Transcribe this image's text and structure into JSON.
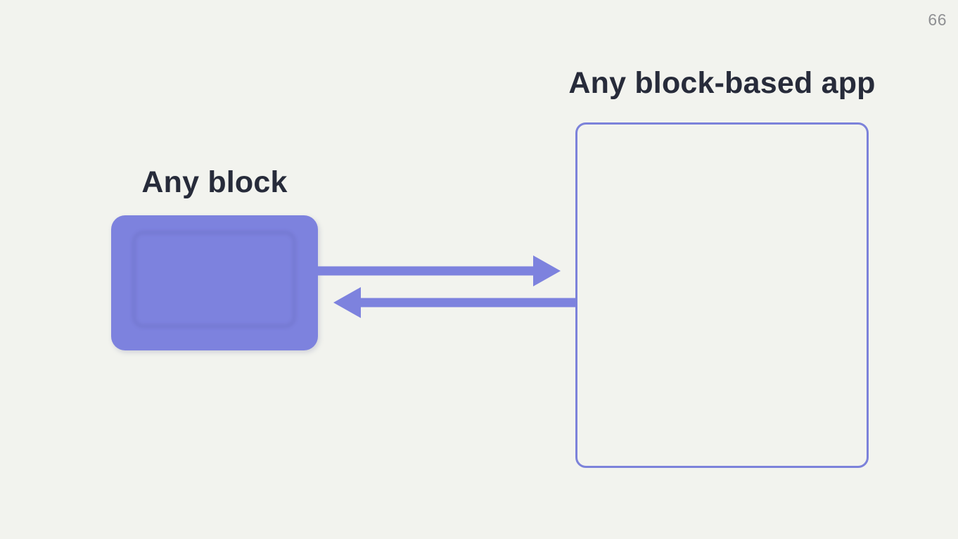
{
  "page": {
    "number": "66",
    "background_color": "#f2f3ee"
  },
  "diagram": {
    "block": {
      "label": "Any block",
      "fill_color": "#7d82de"
    },
    "app": {
      "label": "Any block-based app",
      "border_color": "#7c82da"
    },
    "arrows": {
      "color": "#7d82de",
      "right_arrow_meaning": "block-to-app",
      "left_arrow_meaning": "app-to-block"
    },
    "text_color": "#272b3a",
    "page_number_color": "#8f9093"
  }
}
